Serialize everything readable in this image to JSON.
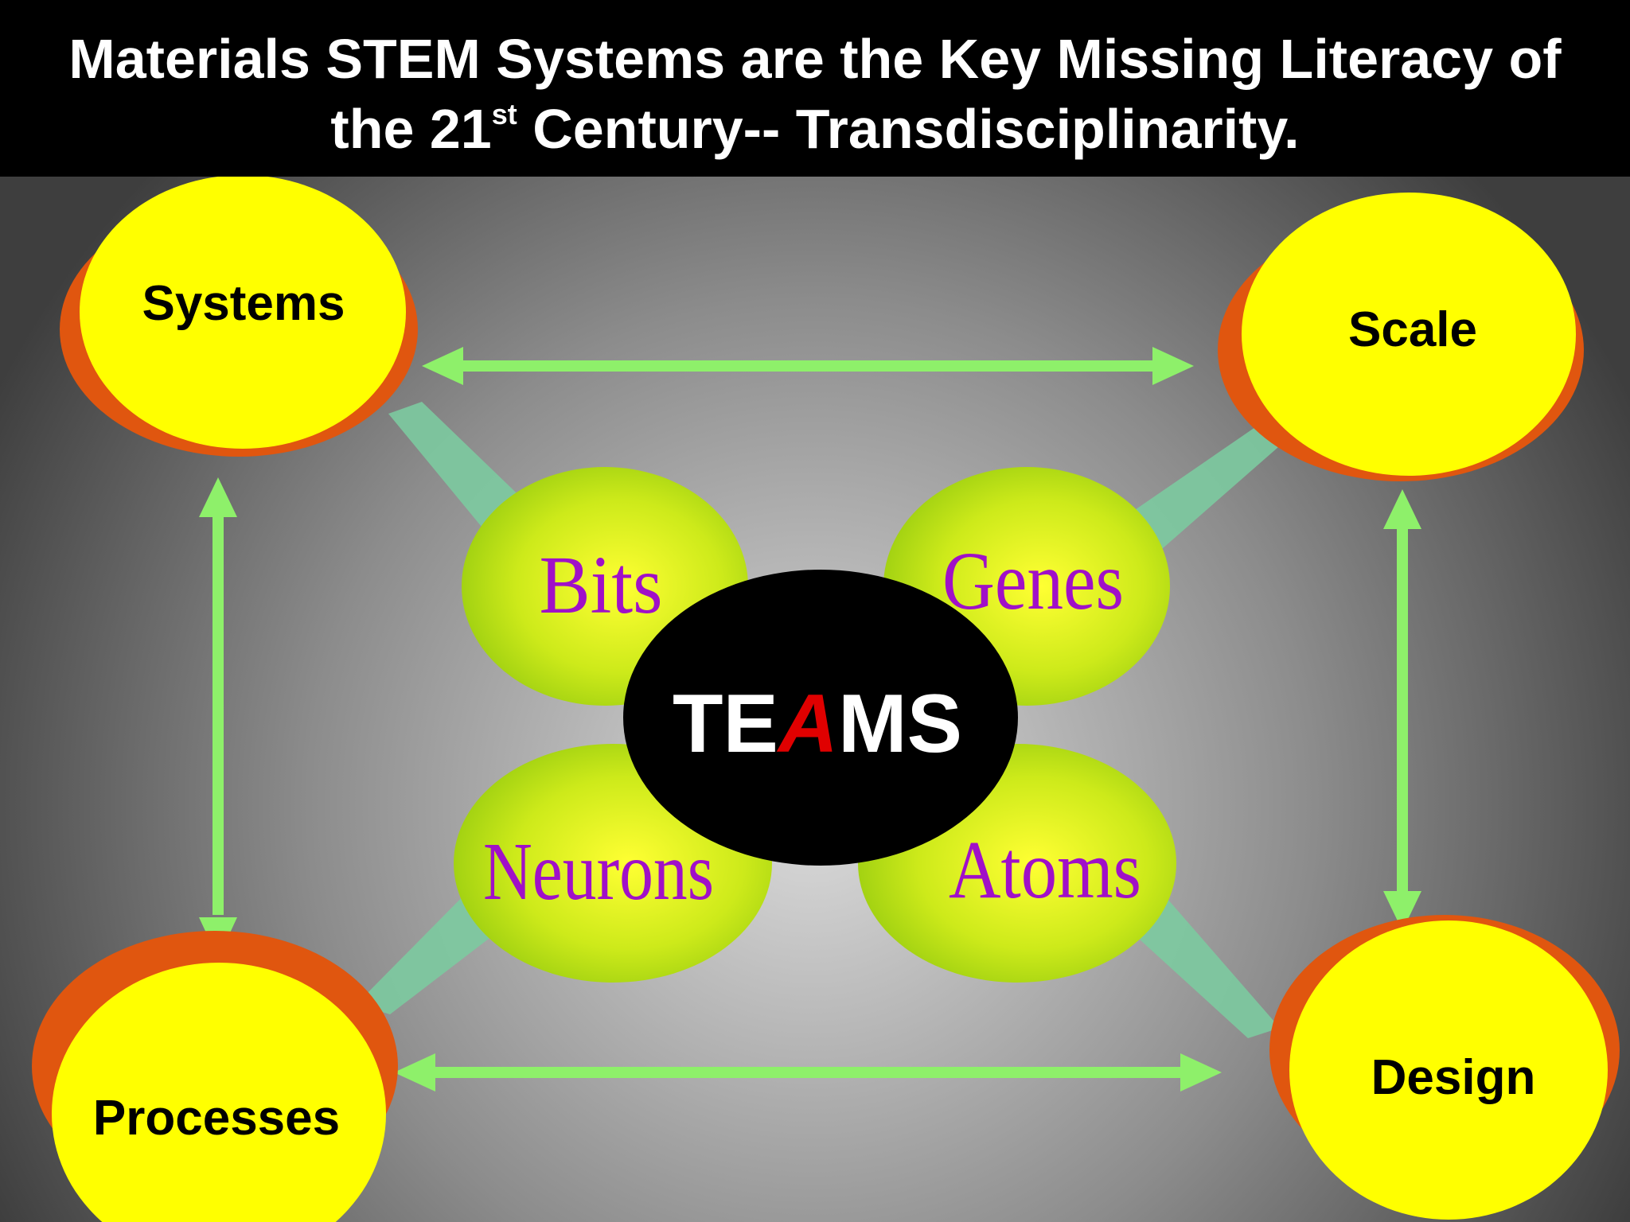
{
  "title": {
    "line1": "Materials STEM Systems are the Key Missing Literacy of",
    "line2_before": "the 21",
    "line2_sup": "st",
    "line2_after": " Century-- Transdisciplinarity."
  },
  "corner_nodes": {
    "systems": "Systems",
    "scale": "Scale",
    "processes": "Processes",
    "design": "Design"
  },
  "topics": {
    "bits": "Bits",
    "genes": "Genes",
    "neurons": "Neurons",
    "atoms": "Atoms"
  },
  "center": {
    "part1": "TE",
    "highlight": "A",
    "part2": "MS"
  },
  "colors": {
    "background_center": "#dcdcdc",
    "background_edge": "#4a4a4a",
    "title_bar": "#000000",
    "title_text": "#ffffff",
    "node_fill": "#ffff00",
    "node_shadow": "#e0560f",
    "topic_fill": "#b4de14",
    "topic_text": "#a010c8",
    "arrow": "#8ef06a",
    "connector": "#7ccaa0",
    "center_fill": "#000000",
    "center_highlight": "#e00000"
  }
}
